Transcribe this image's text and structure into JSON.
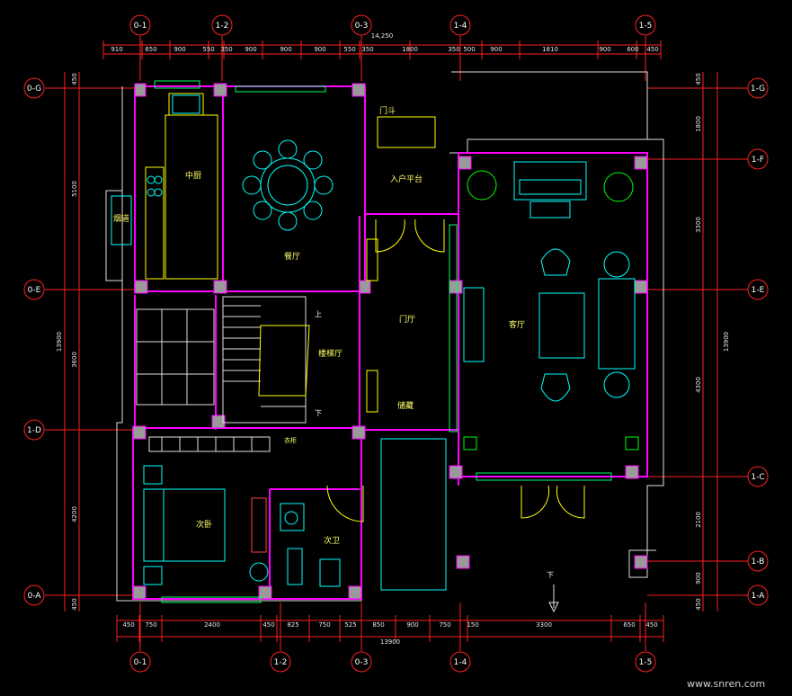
{
  "grid": {
    "top": [
      "0-1",
      "1-2",
      "0-3",
      "1-4",
      "1-5"
    ],
    "bottom": [
      "0-1",
      "1-2",
      "0-3",
      "1-4",
      "1-5"
    ],
    "left": [
      "0-G",
      "0-E",
      "1-D",
      "0-A"
    ],
    "right": [
      "1-G",
      "1-F",
      "1-E",
      "1-C",
      "1-B",
      "1-A"
    ]
  },
  "dims": {
    "top_total": "14,250",
    "top_segments": [
      "910",
      "650",
      "900",
      "550",
      "350",
      "900",
      "900",
      "900",
      "550",
      "350",
      "1800",
      "350",
      "500",
      "900",
      "1810",
      "900",
      "600",
      "450"
    ],
    "bottom_total": "13900",
    "bottom_segments": [
      "450",
      "750",
      "2400",
      "450",
      "825",
      "750",
      "525",
      "850",
      "900",
      "750",
      "150",
      "3300",
      "650",
      "450"
    ],
    "left_total": "13900",
    "left_segments": [
      "450",
      "5100",
      "3600",
      "4200",
      "450"
    ],
    "right_total": "13900",
    "right_segments": [
      "450",
      "1800",
      "3300",
      "4300",
      "2100",
      "900",
      "450"
    ]
  },
  "rooms": {
    "kitchen": "中厨",
    "flue": "烟道",
    "dining": "餐厅",
    "stair_hall": "楼梯厅",
    "entry_platform": "入户平台",
    "foyer": "门厅",
    "living": "客厅",
    "bedroom": "次卧",
    "bath": "次卫",
    "storage": "储藏",
    "door_label": "门斗",
    "closet": "衣柜",
    "up": "上",
    "down": "下"
  },
  "watermark": "www.snren.com",
  "colors": {
    "wall": "#ff00ff",
    "axis": "#ff2020",
    "furniture": "#00ffff",
    "door": "#ffff00",
    "green": "#00ff00",
    "dim": "#e8e8e8"
  }
}
